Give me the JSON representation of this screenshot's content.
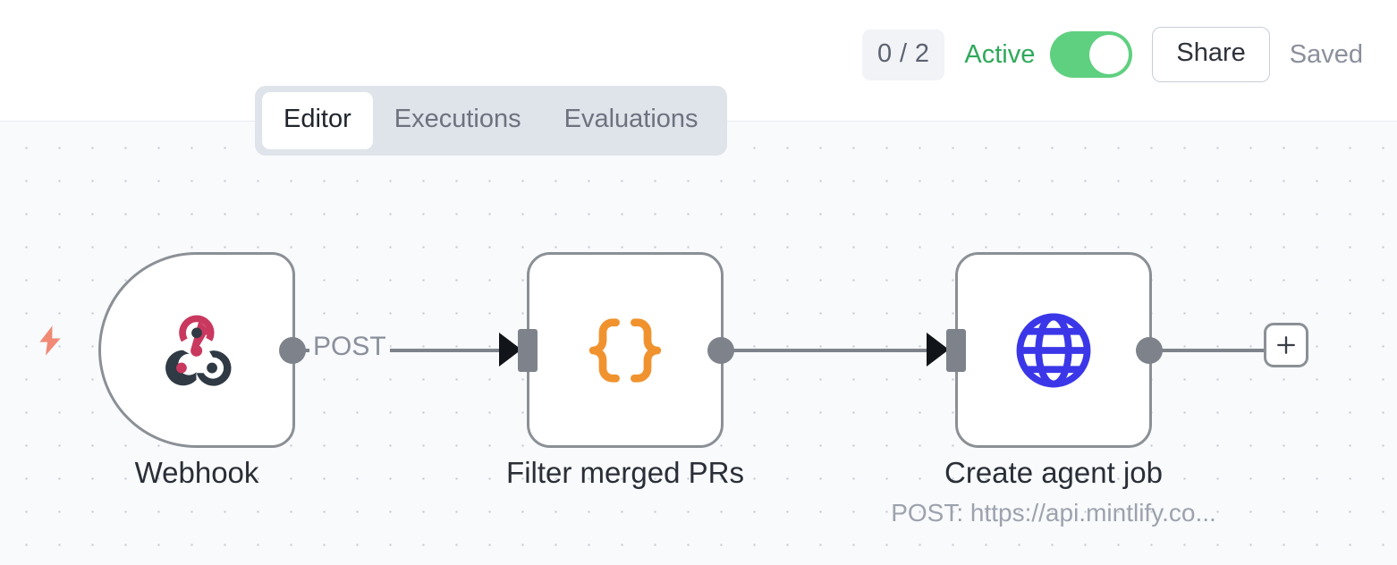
{
  "header": {
    "run_count_badge": "0 / 2",
    "status_label": "Active",
    "toggle_state": "on",
    "share_label": "Share",
    "saved_label": "Saved",
    "colors": {
      "active_green": "#2fa95a",
      "toggle_track": "#5fd080",
      "badge_bg": "#f1f3f7",
      "saved_gray": "#8b909c"
    }
  },
  "tabs": {
    "active_index": 0,
    "items": [
      {
        "label": "Editor"
      },
      {
        "label": "Executions"
      },
      {
        "label": "Evaluations"
      }
    ]
  },
  "canvas": {
    "trigger_marker_icon": "lightning-bolt-icon",
    "trigger_marker_color": "#f08a75",
    "add_node_button_icon": "plus-icon",
    "nodes": [
      {
        "id": "webhook",
        "label": "Webhook",
        "sublabel": "",
        "icon": "webhook-icon",
        "icon_colors": {
          "primary": "#c9385e",
          "secondary": "#2f3a44"
        },
        "kind": "trigger"
      },
      {
        "id": "filter-merged-prs",
        "label": "Filter merged PRs",
        "sublabel": "",
        "icon": "curly-braces-icon",
        "icon_colors": {
          "primary": "#f0932f",
          "secondary": ""
        },
        "kind": "action"
      },
      {
        "id": "create-agent-job",
        "label": "Create agent job",
        "sublabel": "POST: https://api.mintlify.co...",
        "icon": "globe-icon",
        "icon_colors": {
          "primary": "#3b37e8",
          "secondary": ""
        },
        "kind": "action"
      }
    ],
    "edges": [
      {
        "from": "webhook",
        "to": "filter-merged-prs",
        "label": "POST"
      },
      {
        "from": "filter-merged-prs",
        "to": "create-agent-job",
        "label": ""
      },
      {
        "from": "create-agent-job",
        "to": "add-node",
        "label": ""
      }
    ]
  }
}
